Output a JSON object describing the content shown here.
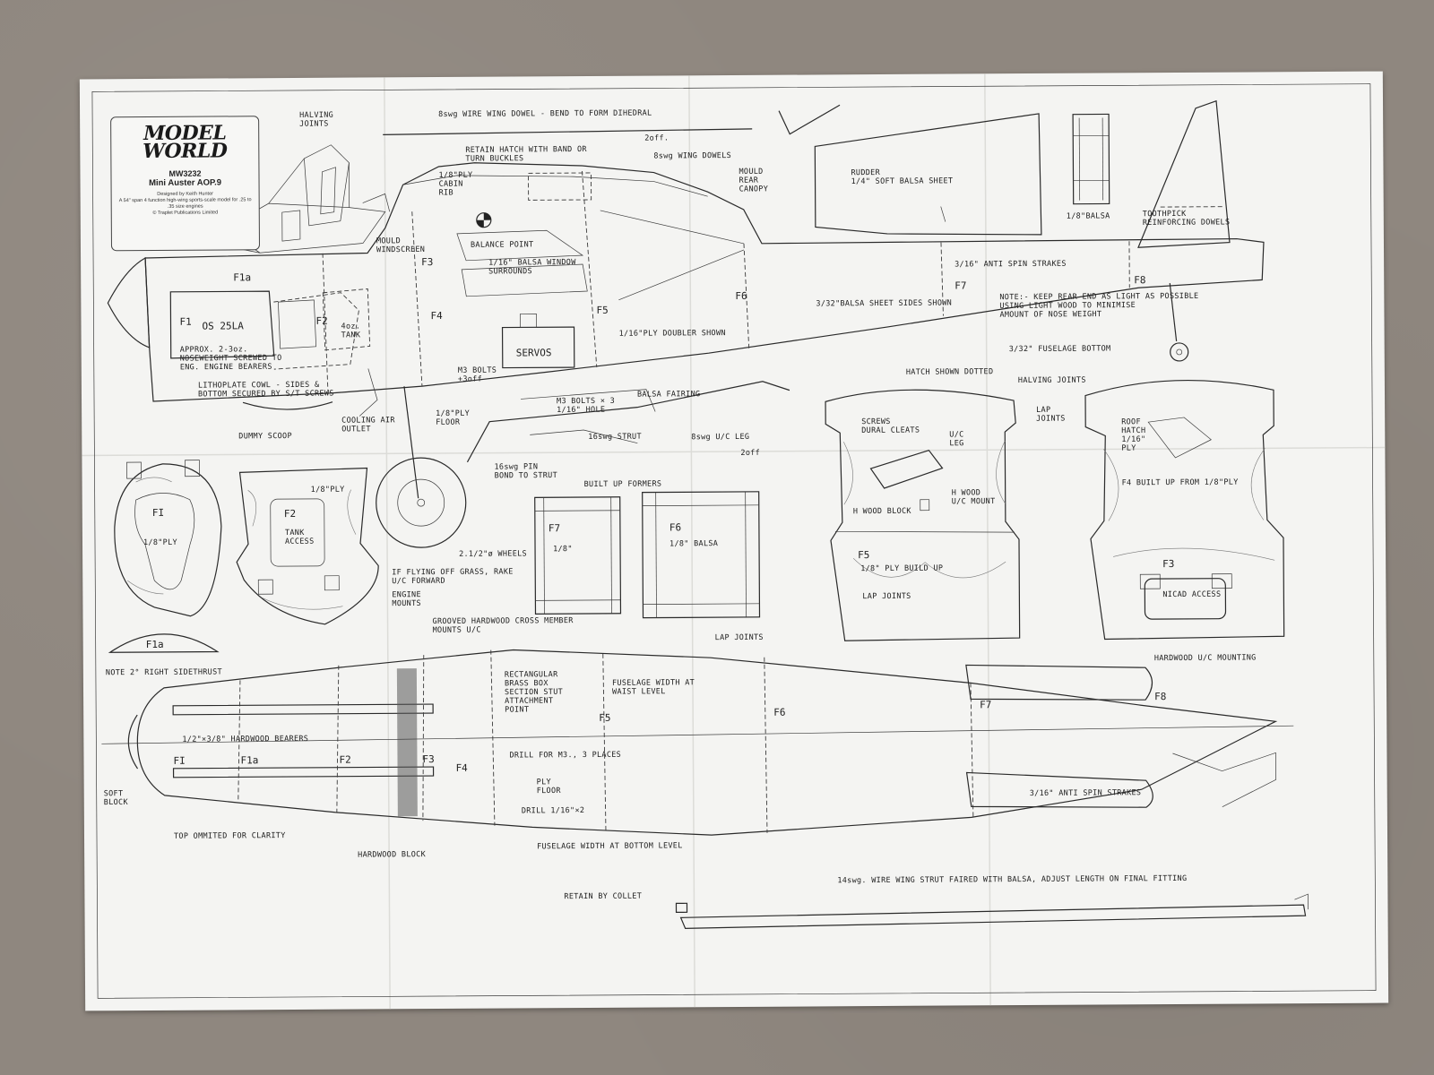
{
  "title_block": {
    "brand": "MODEL\nWORLD",
    "plan_number": "MW3232",
    "model_name": "Mini Auster AOP.9",
    "designer": "Designed by Keith Hunter",
    "description": "A 54\" span 4 function high-wing sports-scale model for .25 to .35 size engines",
    "publisher": "© Traplet Publications Limited"
  },
  "labels": {
    "halving_joints_top": "HALVING\nJOINTS",
    "wire_dowel": "8swg WIRE WING DOWEL - BEND TO FORM DIHEDRAL",
    "two_off_dowel": "2off.",
    "retain_hatch": "RETAIN HATCH WITH BAND OR\nTURN BUCKLES",
    "wing_dowels": "8swg WING DOWELS",
    "ply_cabin_rib": "1/8\"PLY\nCABIN\nRIB",
    "mould_rear_canopy": "MOULD\nREAR\nCANOPY",
    "rudder": "RUDDER\n1/4\" SOFT BALSA SHEET",
    "balsa_strip": "1/8\"BALSA",
    "toothpick": "TOOTHPICK\nREINFORCING DOWELS",
    "mould_windscreen": "MOULD\nWINDSCREEN",
    "balance_point": "BALANCE POINT",
    "window_surrounds": "1/16\" BALSA WINDOW\nSURROUNDS",
    "anti_spin_top": "3/16\" ANTI SPIN STRAKES",
    "f1a_side": "F1a",
    "f3_side": "F3",
    "f1_side": "F1",
    "engine": "OS 25LA",
    "f2_side": "F2",
    "tank": "4oz.\nTANK",
    "f4_side": "F4",
    "f5_side": "F5",
    "f6_side": "F6",
    "f7_side": "F7",
    "f8_side": "F8",
    "balsa_sides": "3/32\"BALSA SHEET SIDES SHOWN",
    "keep_rear_light": "NOTE:- KEEP REAR END AS LIGHT AS POSSIBLE\nUSING LIGHT WOOD TO MINIMISE\nAMOUNT OF NOSE WEIGHT",
    "noseweight": "APPROX. 2-3oz.\nNOSEWEIGHT SCREWED TO\nENG. ENGINE BEARERS",
    "ply_doubler": "1/16\"PLY DOUBLER SHOWN",
    "servos": "SERVOS",
    "fuselage_bottom_sheet": "3/32\" FUSELAGE BOTTOM",
    "lithoplate": "LITHOPLATE COWL - SIDES &\nBOTTOM SECURED BY S/T SCREWS",
    "m3_bolts_a": "M3 BOLTS\n+3off",
    "m3_bolts_b": "M3 BOLTS × 3\n1/16\" HOLE",
    "balsa_fairing": "BALSA FAIRING",
    "hatch_dotted": "HATCH SHOWN DOTTED",
    "halving_joints_right": "HALVING JOINTS",
    "dummy_scoop": "DUMMY SCOOP",
    "cooling_air": "COOLING AIR\nOUTLET",
    "ply_floor_side": "1/8\"PLY\nFLOOR",
    "strut_16swg": "16swg STRUT",
    "uc_leg": "8swg U/C LEG",
    "two_off_leg": "2off",
    "pin_bond": "16swg PIN\nBOND TO STRUT",
    "screws_cleats": "SCREWS\nDURAL CLEATS",
    "uc_leg_small": "U/C\nLEG",
    "lap_joints_top": "LAP\nJOINTS",
    "roof_hatch": "ROOF\nHATCH\n1/16\"\nPLY",
    "f1_ply": "1/8\"PLY",
    "f1_former": "FI",
    "f2_ply": "1/8\"PLY",
    "f2_former": "F2",
    "tank_access": "TANK\nACCESS",
    "wheels": "2.1/2\"ø WHEELS",
    "rake_uc": "IF FLYING OFF GRASS, RAKE\nU/C FORWARD",
    "built_up_formers": "BUILT UP FORMERS",
    "f7_former": "F7",
    "f7_balsa": "1/8\"",
    "f6_former": "F6",
    "f6_balsa": "1/8\" BALSA",
    "hwood_block": "H WOOD BLOCK",
    "hwood_uc_mount": "H WOOD\nU/C MOUNT",
    "f4_built_up": "F4  BUILT UP FROM 1/8\"PLY",
    "f5_former": "F5",
    "f5_build_up": "1/8\" PLY BUILD UP",
    "lap_joints_f5": "LAP JOINTS",
    "f3_former": "F3",
    "nicad_access": "NICAD ACCESS",
    "engine_mounts": "ENGINE\nMOUNTS",
    "f1a_former": "F1a",
    "grooved_member": "GROOVED HARDWOOD CROSS MEMBER\nMOUNTS U/C",
    "lap_joints_bottom": "LAP JOINTS",
    "hardwood_uc_mounting": "HARDWOOD U/C MOUNTING",
    "right_sidethrust": "NOTE 2° RIGHT SIDETHRUST",
    "brass_box": "RECTANGULAR\nBRASS BOX\nSECTION STUT\nATTACHMENT\nPOINT",
    "waist_level": "FUSELAGE WIDTH AT\nWAIST LEVEL",
    "bearers": "1/2\"×3/8\" HARDWOOD BEARERS",
    "plan_f1": "FI",
    "plan_f1a": "F1a",
    "plan_f2": "F2",
    "plan_f3": "F3",
    "plan_f4": "F4",
    "plan_f5": "F5",
    "plan_f6": "F6",
    "plan_f7": "F7",
    "plan_f8": "F8",
    "drill_m3": "DRILL FOR M3., 3 PLACES",
    "ply_floor_plan": "PLY\nFLOOR",
    "drill_116": "DRILL 1/16\"×2",
    "soft_block": "SOFT\nBLOCK",
    "anti_spin_bottom": "3/16\" ANTI SPIN STRAKES",
    "top_omitted": "TOP OMMITED FOR CLARITY",
    "hardwood_block": "HARDWOOD BLOCK",
    "bottom_level": "FUSELAGE WIDTH AT BOTTOM LEVEL",
    "wing_strut": "14swg. WIRE WING STRUT FAIRED WITH BALSA, ADJUST LENGTH ON FINAL FITTING",
    "retain_collet": "RETAIN BY COLLET"
  }
}
